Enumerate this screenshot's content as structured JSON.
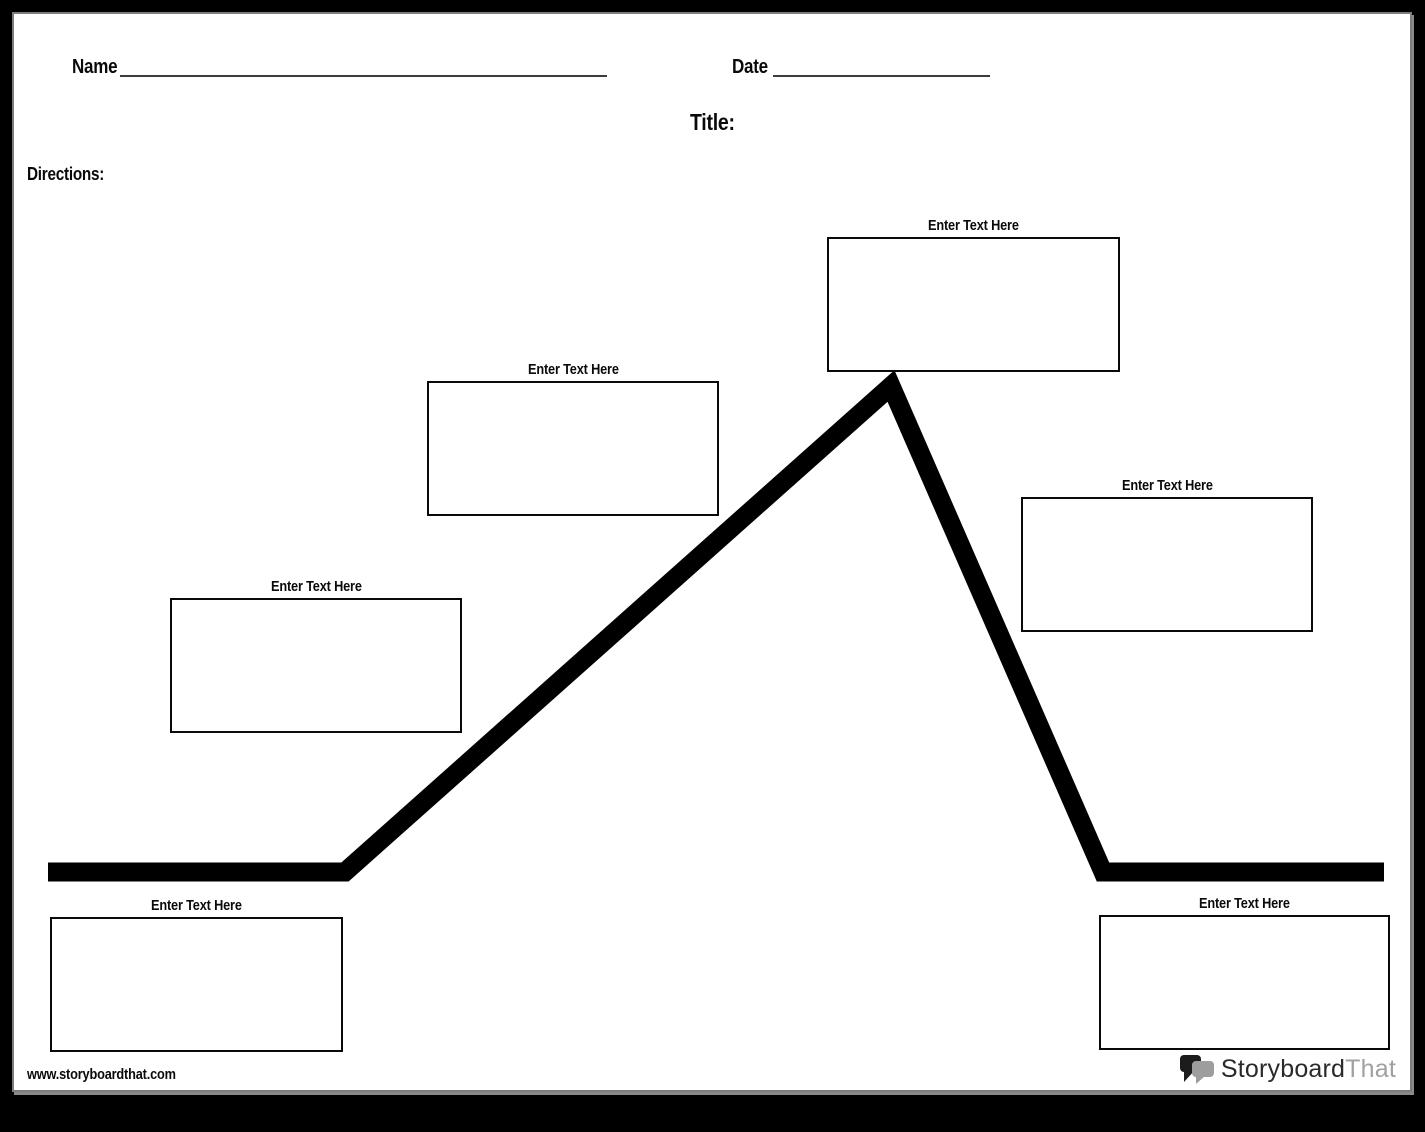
{
  "header": {
    "name_label": "Name",
    "date_label": "Date",
    "title_label": "Title:",
    "directions_label": "Directions:"
  },
  "plot_boxes": [
    {
      "label": "Enter Text Here"
    },
    {
      "label": "Enter Text Here"
    },
    {
      "label": "Enter Text Here"
    },
    {
      "label": "Enter Text Here"
    },
    {
      "label": "Enter Text Here"
    },
    {
      "label": "Enter Text Here"
    }
  ],
  "diagram": {
    "type": "plot-diagram-line",
    "line_points": "34,858 331,858 877,372 1089,858 1370,858",
    "stroke_width": "19",
    "line_color": "#000000"
  },
  "footer": {
    "website": "www.storyboardthat.com",
    "logo_storyboard": "Storyboard",
    "logo_that": "That"
  },
  "colors": {
    "page_background": "#ffffff",
    "canvas_background": "#000000",
    "line": "#000000",
    "logo_gray": "#9d9d9d",
    "logo_dark": "#2a2a2a"
  }
}
